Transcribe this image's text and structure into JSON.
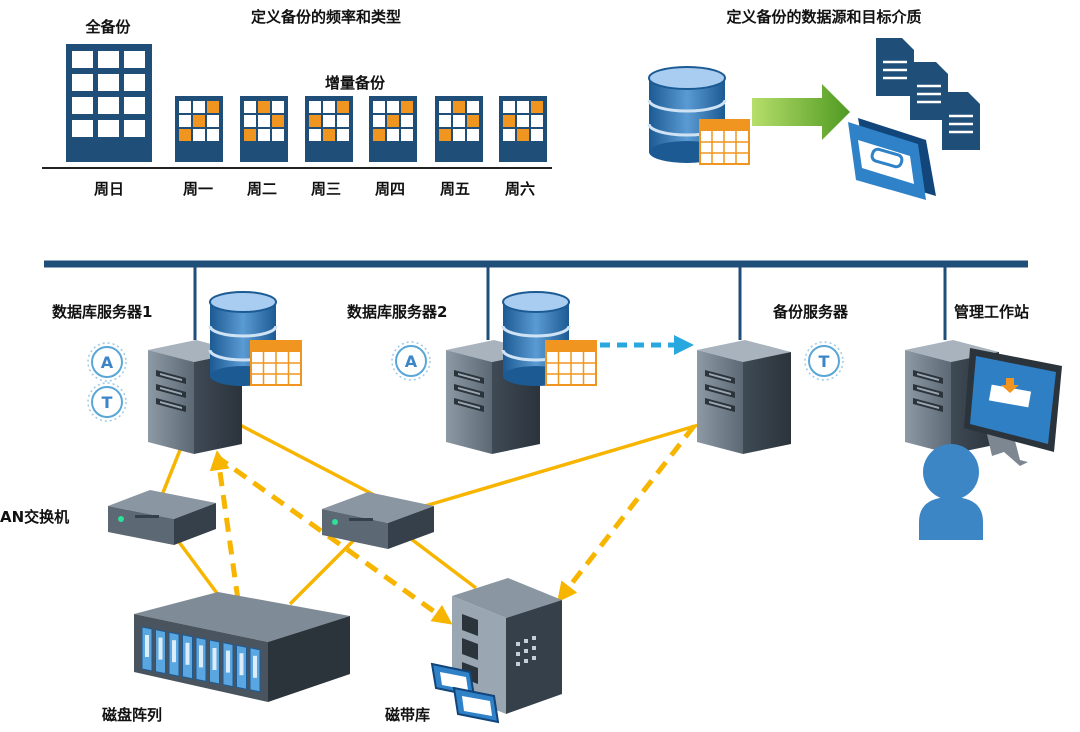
{
  "schedule": {
    "title": "定义备份的频率和类型",
    "full_backup_label": "全备份",
    "incremental_label": "增量备份",
    "days": [
      "周日",
      "周一",
      "周二",
      "周三",
      "周四",
      "周五",
      "周六"
    ]
  },
  "media": {
    "title": "定义备份的数据源和目标介质"
  },
  "network": {
    "db_server_1": "数据库服务器1",
    "db_server_2": "数据库服务器2",
    "backup_server": "备份服务器",
    "workstation": "管理工作站",
    "san_switch": "AN交换机",
    "disk_array": "磁盘阵列",
    "tape_library": "磁带库",
    "agent_letter": "A",
    "task_letter": "T"
  },
  "colors": {
    "navy": "#1f4e79",
    "orange": "#f0951f",
    "yellow": "#f7b500",
    "blue_dash": "#29a8e0",
    "green_arrow": "#6aaa2a",
    "person": "#3d86c6"
  }
}
